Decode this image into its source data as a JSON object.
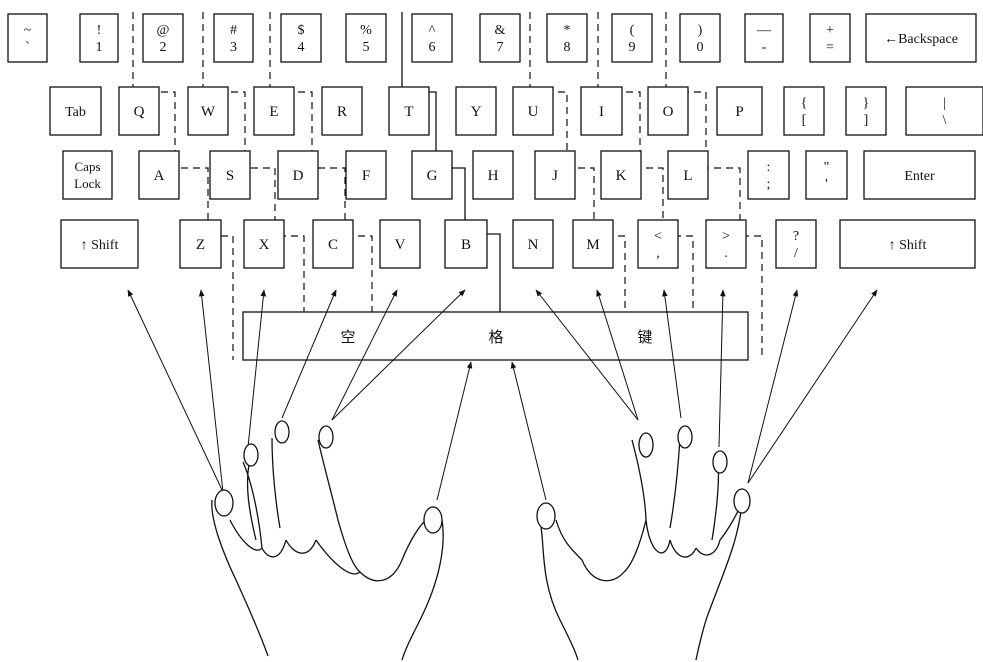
{
  "keyboard": {
    "rows": [
      [
        {
          "id": "tilde",
          "top": "~",
          "bottom": "`"
        },
        {
          "id": "1",
          "top": "!",
          "bottom": "1"
        },
        {
          "id": "2",
          "top": "@",
          "bottom": "2"
        },
        {
          "id": "3",
          "top": "#",
          "bottom": "3"
        },
        {
          "id": "4",
          "top": "$",
          "bottom": "4"
        },
        {
          "id": "5",
          "top": "%",
          "bottom": "5"
        },
        {
          "id": "6",
          "top": "^",
          "bottom": "6"
        },
        {
          "id": "7",
          "top": "&",
          "bottom": "7"
        },
        {
          "id": "8",
          "top": "*",
          "bottom": "8"
        },
        {
          "id": "9",
          "top": "(",
          "bottom": "9"
        },
        {
          "id": "0",
          "top": ")",
          "bottom": "0"
        },
        {
          "id": "minus",
          "top": "—",
          "bottom": "-"
        },
        {
          "id": "plus",
          "top": "+",
          "bottom": "="
        },
        {
          "id": "backspace",
          "label": "←Backspace"
        }
      ],
      [
        {
          "id": "tab",
          "label": "Tab"
        },
        {
          "id": "q",
          "label": "Q"
        },
        {
          "id": "w",
          "label": "W"
        },
        {
          "id": "e",
          "label": "E"
        },
        {
          "id": "r",
          "label": "R"
        },
        {
          "id": "t",
          "label": "T"
        },
        {
          "id": "y",
          "label": "Y"
        },
        {
          "id": "u",
          "label": "U"
        },
        {
          "id": "i",
          "label": "I"
        },
        {
          "id": "o",
          "label": "O"
        },
        {
          "id": "p",
          "label": "P"
        },
        {
          "id": "lbracket",
          "top": "{",
          "bottom": "["
        },
        {
          "id": "rbracket",
          "top": "}",
          "bottom": "]"
        },
        {
          "id": "backslash",
          "top": "|",
          "bottom": "\\"
        }
      ],
      [
        {
          "id": "caps",
          "top": "Caps",
          "bottom": "Lock"
        },
        {
          "id": "a",
          "label": "A"
        },
        {
          "id": "s",
          "label": "S"
        },
        {
          "id": "d",
          "label": "D"
        },
        {
          "id": "f",
          "label": "F"
        },
        {
          "id": "g",
          "label": "G"
        },
        {
          "id": "h",
          "label": "H"
        },
        {
          "id": "j",
          "label": "J"
        },
        {
          "id": "k",
          "label": "K"
        },
        {
          "id": "l",
          "label": "L"
        },
        {
          "id": "semicolon",
          "top": ":",
          "bottom": ";"
        },
        {
          "id": "quote",
          "top": "\"",
          "bottom": "'"
        },
        {
          "id": "enter",
          "label": "Enter"
        }
      ],
      [
        {
          "id": "lshift",
          "label": "↑ Shift"
        },
        {
          "id": "z",
          "label": "Z"
        },
        {
          "id": "x",
          "label": "X"
        },
        {
          "id": "c",
          "label": "C"
        },
        {
          "id": "v",
          "label": "V"
        },
        {
          "id": "b",
          "label": "B"
        },
        {
          "id": "n",
          "label": "N"
        },
        {
          "id": "m",
          "label": "M"
        },
        {
          "id": "comma",
          "top": "<",
          "bottom": ","
        },
        {
          "id": "period",
          "top": ">",
          "bottom": "."
        },
        {
          "id": "slash",
          "top": "?",
          "bottom": "/"
        },
        {
          "id": "rshift",
          "label": "↑ Shift"
        }
      ]
    ],
    "spacebar": {
      "chars": [
        "空",
        "格",
        "键"
      ]
    }
  }
}
